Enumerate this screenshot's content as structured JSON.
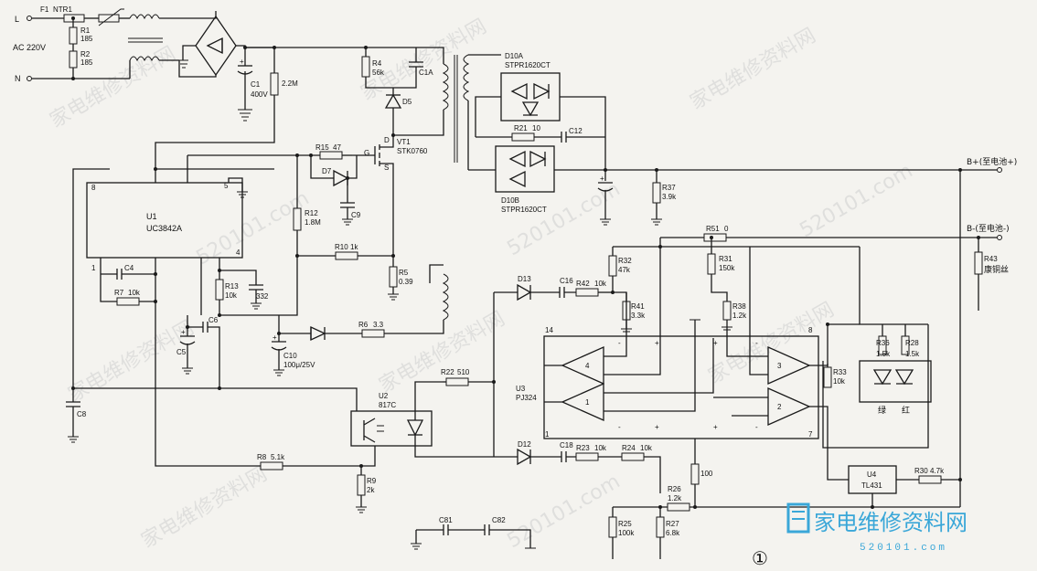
{
  "input": {
    "live": "L",
    "neutral": "N",
    "ac": "AC 220V"
  },
  "parts": {
    "F1": "F1",
    "NTR1": "NTR1",
    "R1": "R1",
    "R1v": "185",
    "R2": "R2",
    "R2v": "185",
    "C1": "C1",
    "C1v": "400V",
    "R_22M": "2.2M",
    "R4": "R4",
    "R4v": "56k",
    "C1A": "C1A",
    "D5": "D5",
    "VT1": "VT1",
    "VT1v": "STK0760",
    "G": "G",
    "D": "D",
    "S": "S",
    "R15": "R15",
    "R15v": "47",
    "D7": "D7",
    "C9": "C9",
    "R12": "R12",
    "R12v": "1.8M",
    "R10": "R10",
    "R10v": "1k",
    "R5": "R5",
    "R5v": "0.39",
    "U1": "U1",
    "U1v": "UC3842A",
    "p8": "8",
    "p5": "5",
    "p4": "4",
    "p1": "1",
    "C4": "C4",
    "R7": "R7",
    "R7v": "10k",
    "R13": "R13",
    "R13v": "10k",
    "C332": "332",
    "C6": "C6",
    "C5": "C5",
    "C10": "C10",
    "C10v": "100μ/25V",
    "R6": "R6",
    "R6v": "3.3",
    "C8": "C8",
    "U2": "U2",
    "U2v": "817C",
    "R8": "R8",
    "R8v": "5.1k",
    "R9": "R9",
    "R9v": "2k",
    "C81": "C81",
    "C82": "C82",
    "D10A": "D10A",
    "D10Av": "STPR1620CT",
    "R21": "R21",
    "R21v": "10",
    "C12": "C12",
    "D10B": "D10B",
    "D10Bv": "STPR1620CT",
    "R37": "R37",
    "R37v": "3.9k",
    "Bplus": "B+(至电池+)",
    "Bminus": "B-(至电池-)",
    "R51": "R51",
    "R51v": "0",
    "R43": "R43",
    "R43v": "康铜丝",
    "R32": "R32",
    "R32v": "47k",
    "R31": "R31",
    "R31v": "150k",
    "R41": "R41",
    "R41v": "3.3k",
    "R38": "R38",
    "R38v": "1.2k",
    "D13": "D13",
    "C16": "C16",
    "R42": "R42",
    "R42v": "10k",
    "R22": "R22",
    "R22v": "510",
    "U3": "U3",
    "U3v": "PJ324",
    "D12": "D12",
    "C18": "C18",
    "R23": "R23",
    "R23v": "10k",
    "R24": "R24",
    "R24v": "10k",
    "R33": "R33",
    "R33v": "10k",
    "R36": "R36",
    "R36v": "1.5k",
    "R28": "R28",
    "R28v": "1.5k",
    "green": "绿",
    "red": "红",
    "R_100": "100",
    "R26": "R26",
    "R26v": "1.2k",
    "R25": "R25",
    "R25v": "100k",
    "R27": "R27",
    "R27v": "6.8k",
    "U4": "U4",
    "U4v": "TL431",
    "R30": "R30",
    "R30v": "4.7k",
    "op4": "4",
    "op3": "3",
    "op1": "1",
    "op2": "2",
    "pin14": "14",
    "pin8": "8",
    "pin7": "7",
    "pin1": "1"
  },
  "figure_number": "①",
  "logo": {
    "main": "家电维修资料网",
    "sub": "520101.com"
  }
}
